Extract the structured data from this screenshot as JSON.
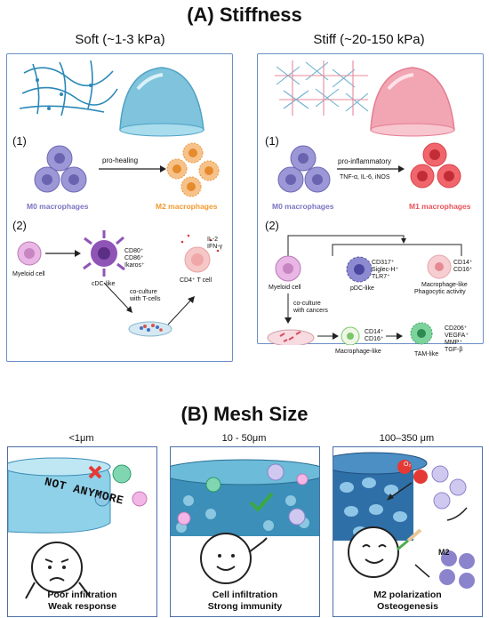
{
  "section_a": {
    "title": "(A) Stiffness",
    "soft": {
      "heading": "Soft (~1-3 kPa)",
      "step1": "(1)",
      "arrow_label": "pro-healing",
      "m0": "M0 macrophages",
      "m2": "M2 macrophages",
      "step2": "(2)",
      "myeloid": "Myeloid cell",
      "cdc": "cDC-like",
      "markers": [
        "CD80⁺",
        "CD86⁺",
        "Ikaros⁺"
      ],
      "cytokines": [
        "IL-2",
        "IFN-γ"
      ],
      "cd4": "CD4⁺ T cell",
      "coculture": [
        "co-culture",
        "with T-cells"
      ]
    },
    "stiff": {
      "heading": "Stiff (~20-150 kPa)",
      "step1": "(1)",
      "arrow_label": "pro-inflammatory",
      "arrow_sub": "TNF-α, IL-6, iNOS",
      "m0": "M0 macrophages",
      "m1": "M1 macrophages",
      "step2": "(2)",
      "myeloid": "Myeloid cell",
      "pdc": "pDC-like",
      "pdc_markers": [
        "CD317⁺",
        "Siglec-H⁺",
        "TLR7⁺"
      ],
      "mac_markers": [
        "CD14⁺",
        "CD16⁺"
      ],
      "mac_label": [
        "Macrophage-like",
        "Phagocytic activity"
      ],
      "coculture": [
        "co-culture",
        "with cancers"
      ],
      "mac2_markers": [
        "CD14⁺",
        "CD16⁺"
      ],
      "mac2_label": "Macrophage-like",
      "tam": "TAM-like",
      "tam_markers": [
        "CD206⁺",
        "VEGFA⁺",
        "MMP⁺",
        "TGF-β"
      ]
    }
  },
  "section_b": {
    "title": "(B) Mesh Size",
    "panels": [
      {
        "size": "<1μm",
        "line1": "Poor infiltration",
        "line2": "Weak response",
        "stamp": "NOT ANYMORE"
      },
      {
        "size": "10 - 50μm",
        "line1": "Cell infiltration",
        "line2": "Strong immunity"
      },
      {
        "size": "100–350 μm",
        "line1": "M2 polarization",
        "line2": "Osteogenesis",
        "o2": "O₂",
        "m2": "M2"
      }
    ]
  },
  "colors": {
    "panel_border": "#6a8fc7",
    "m0": "#8a86c9",
    "m1": "#e8535a",
    "m2": "#f1a34c",
    "soft_gel": "#7fc3dc",
    "stiff_gel": "#f2a6b4",
    "mesh_blue": "#3c8fb8"
  }
}
